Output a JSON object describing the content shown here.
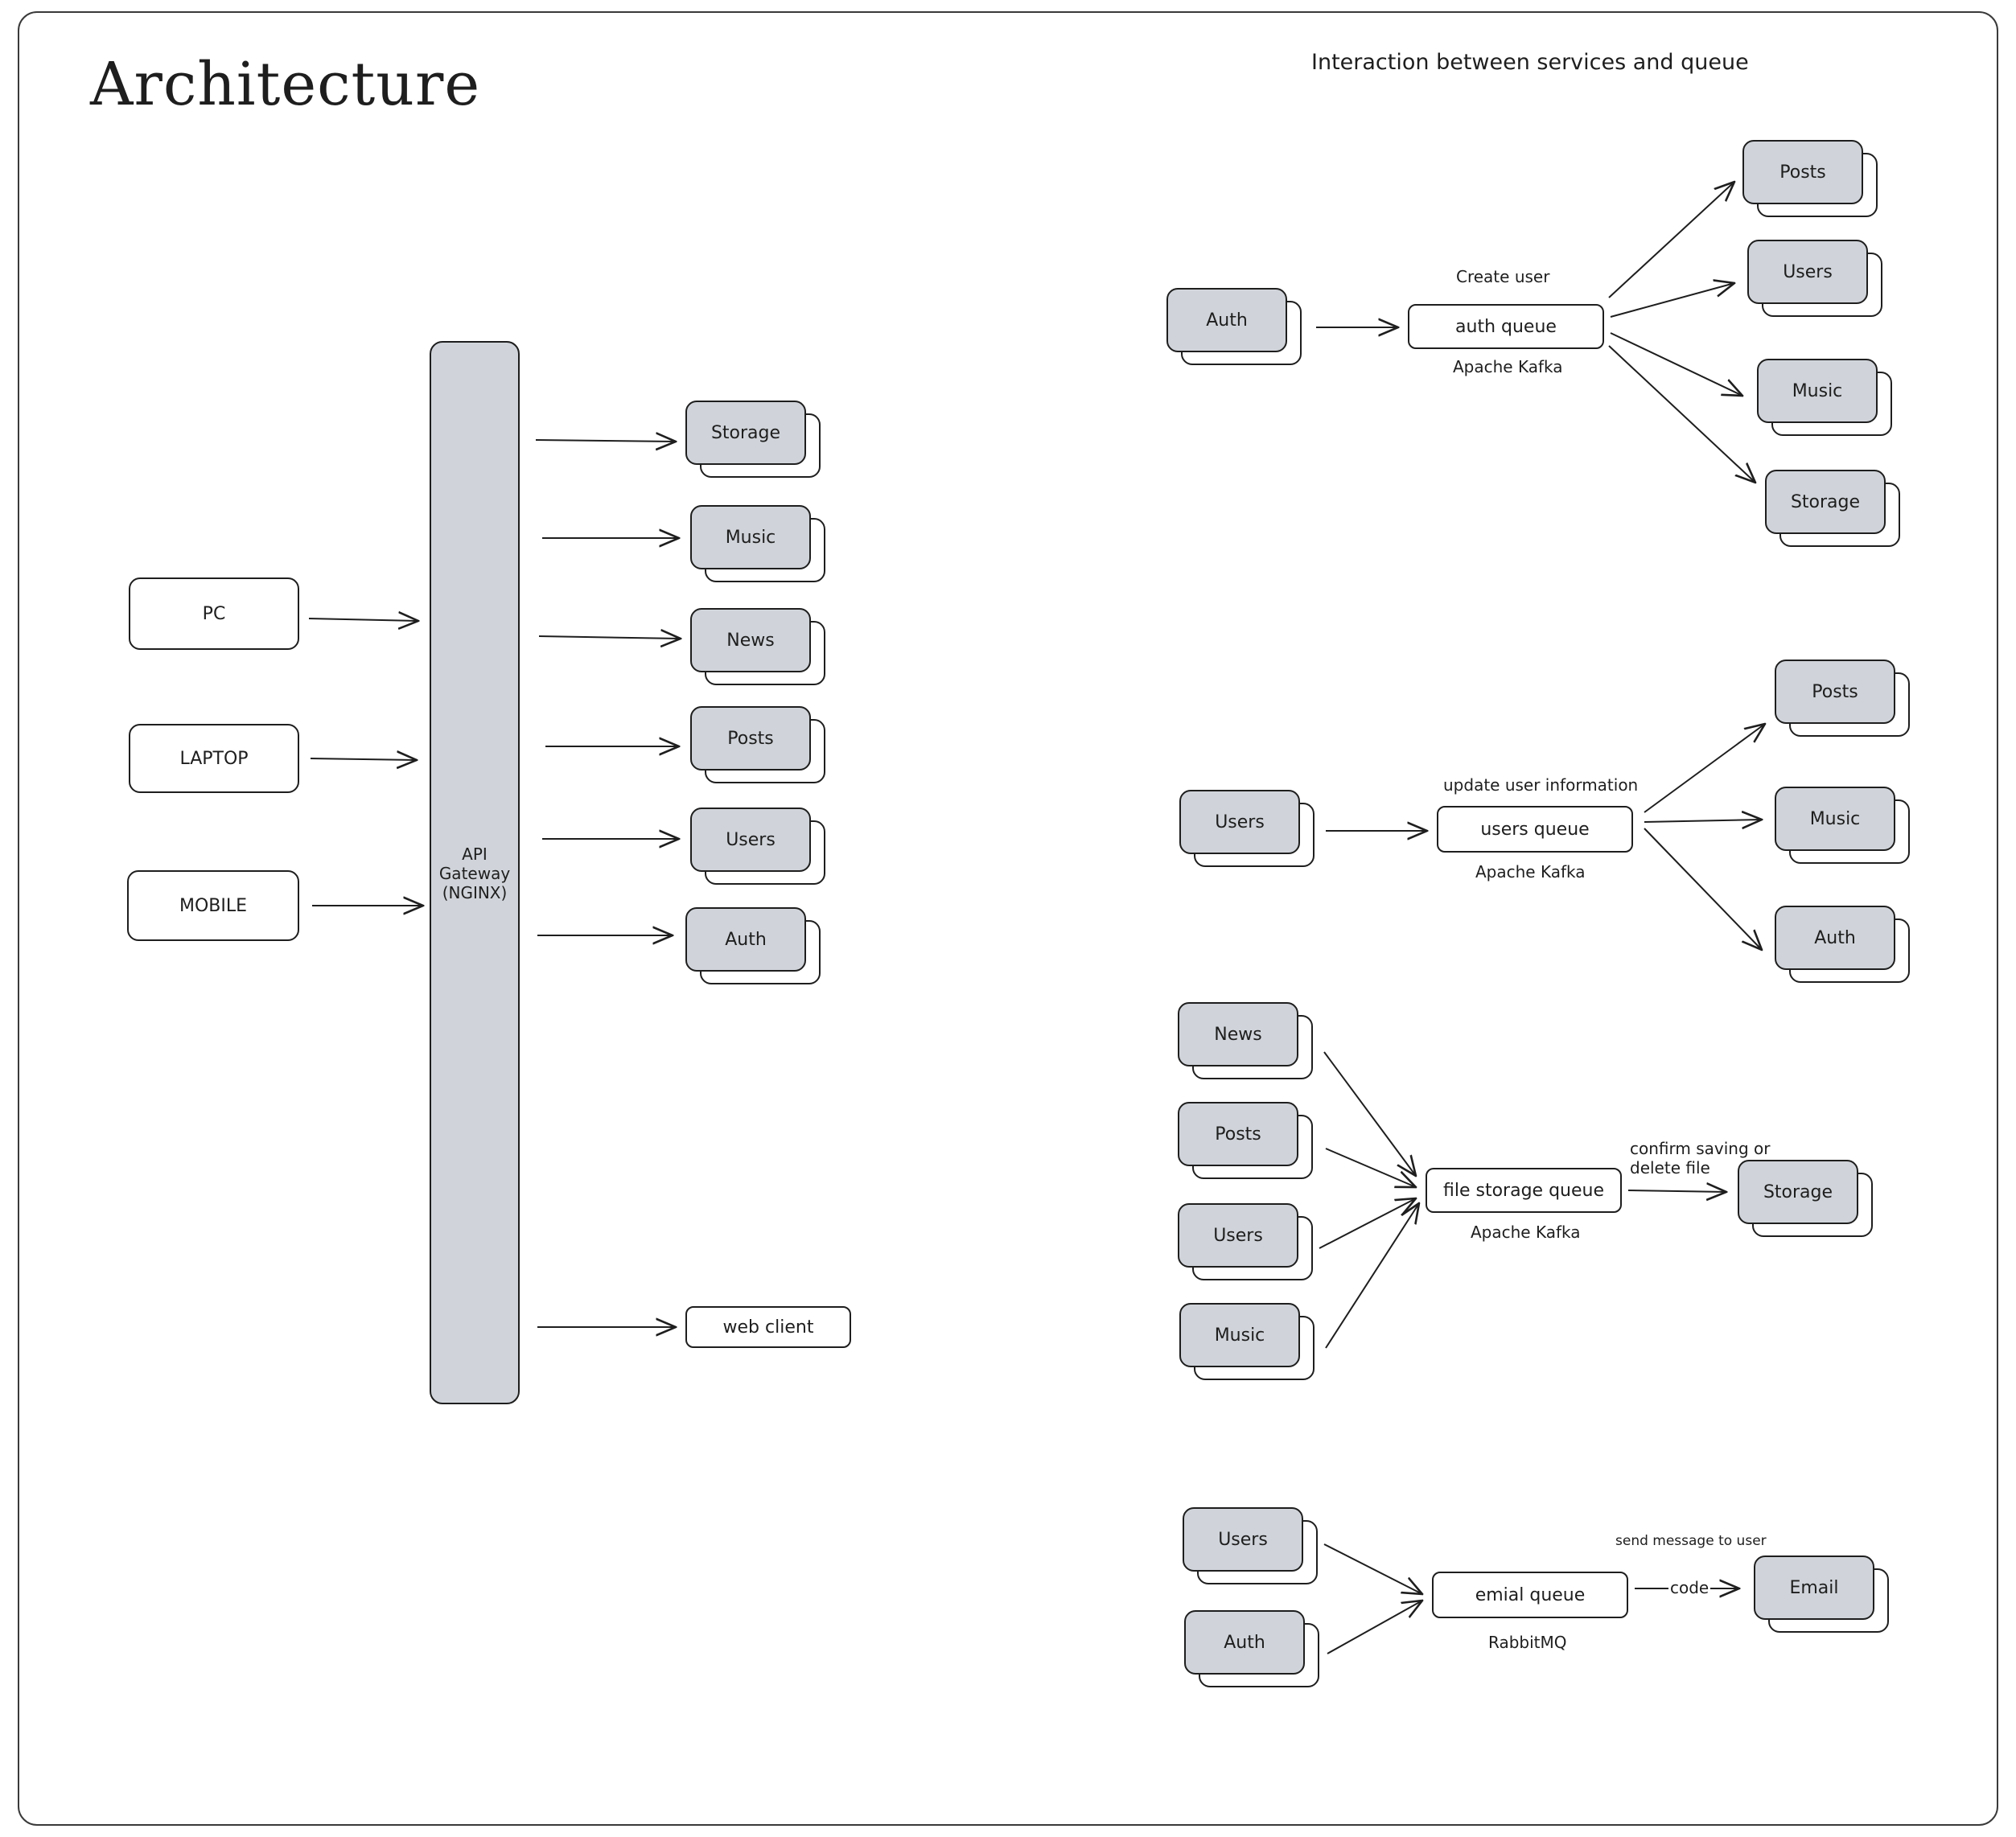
{
  "diagram": {
    "title": "Architecture",
    "subtitle": "Interaction between services and queue",
    "clients": [
      "PC",
      "LAPTOP",
      "MOBILE"
    ],
    "gateway": {
      "line1": "API",
      "line2": "Gateway",
      "line3": "(NGINX)"
    },
    "gateway_services": [
      "Storage",
      "Music",
      "News",
      "Posts",
      "Users",
      "Auth"
    ],
    "web_client": "web client",
    "flows": [
      {
        "source": "Auth",
        "queue": "auth queue",
        "event": "Create user",
        "broker": "Apache Kafka",
        "targets": [
          "Posts",
          "Users",
          "Music",
          "Storage"
        ]
      },
      {
        "source": "Users",
        "queue": "users queue",
        "event": "update user information",
        "broker": "Apache Kafka",
        "targets": [
          "Posts",
          "Music",
          "Auth"
        ]
      },
      {
        "sources": [
          "News",
          "Posts",
          "Users",
          "Music"
        ],
        "queue": "file storage queue",
        "broker": "Apache Kafka",
        "action_line1": "confirm saving or",
        "action_line2": "delete file",
        "target": "Storage"
      },
      {
        "sources": [
          "Users",
          "Auth"
        ],
        "queue": "emial queue",
        "broker": "RabbitMQ",
        "action": "send message to user",
        "arrow_label": "code",
        "target": "Email"
      }
    ]
  }
}
